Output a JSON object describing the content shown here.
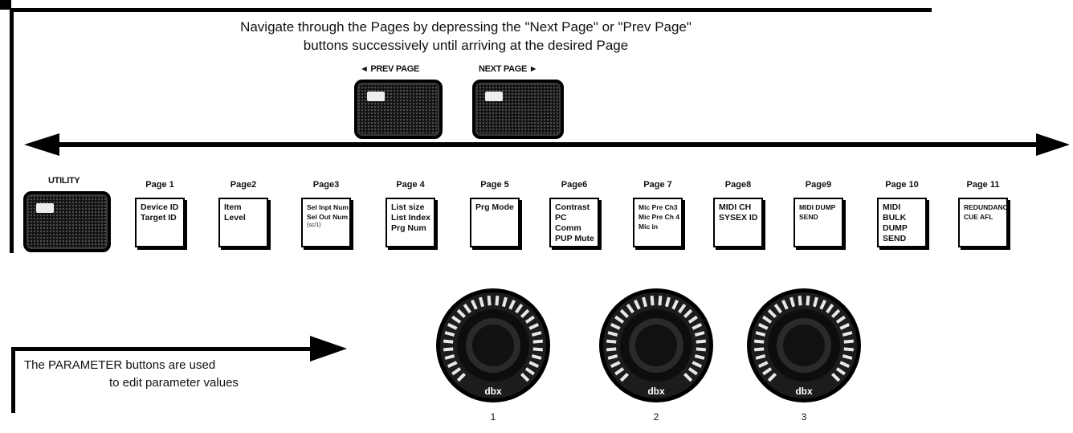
{
  "instructions": {
    "line1": "Navigate through the Pages by depressing the \"Next Page\" or \"Prev Page\"",
    "line2": "buttons successively until arriving at the desired Page"
  },
  "nav": {
    "prev_label": "◄ PREV PAGE",
    "next_label": "NEXT PAGE ►"
  },
  "utility_label": "UTILITY",
  "pages": [
    {
      "label": "Page 1",
      "lines": [
        "Device ID",
        "Target ID"
      ]
    },
    {
      "label": "Page2",
      "lines": [
        "Item",
        "Level"
      ]
    },
    {
      "label": "Page3",
      "lines": [
        "Sel Inpt Num",
        "Sel Out Num",
        "(sc/1)"
      ]
    },
    {
      "label": "Page 4",
      "lines": [
        "List size",
        "List Index",
        "Prg Num"
      ]
    },
    {
      "label": "Page 5",
      "lines": [
        "Prg Mode"
      ]
    },
    {
      "label": "Page6",
      "lines": [
        "Contrast",
        "PC Comm",
        "PUP Mute"
      ]
    },
    {
      "label": "Page 7",
      "lines": [
        "Mic Pre Ch3",
        "Mic Pre Ch 4",
        "Mic in"
      ]
    },
    {
      "label": "Page8",
      "lines": [
        "MIDI CH",
        "SYSEX ID"
      ]
    },
    {
      "label": "Page9",
      "lines": [
        "MIDI DUMP",
        "SEND"
      ]
    },
    {
      "label": "Page 10",
      "lines": [
        "MIDI BULK",
        "DUMP",
        "SEND"
      ]
    },
    {
      "label": "Page 11",
      "lines": [
        "REDUNDANCY",
        "CUE AFL"
      ]
    }
  ],
  "parameter_text": {
    "line1": "The PARAMETER buttons are used",
    "line2": "to edit parameter values"
  },
  "knobs": [
    {
      "number": "1",
      "brand": "dbx"
    },
    {
      "number": "2",
      "brand": "dbx"
    },
    {
      "number": "3",
      "brand": "dbx"
    }
  ]
}
